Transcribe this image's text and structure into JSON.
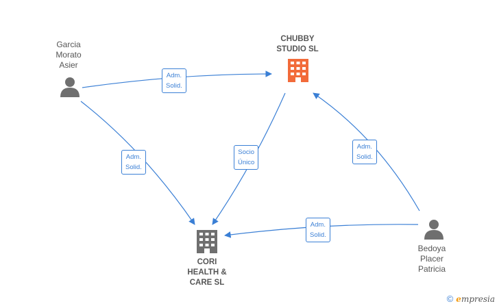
{
  "nodes": {
    "garcia": {
      "label": "Garcia\nMorato\nAsier",
      "kind": "person"
    },
    "chubby": {
      "label": "CHUBBY\nSTUDIO  SL",
      "kind": "company",
      "color": "#f26b3a"
    },
    "cori": {
      "label": "CORI\nHEALTH &\nCARE  SL",
      "kind": "company",
      "color": "#6f6f6f"
    },
    "bedoya": {
      "label": "Bedoya\nPlacer\nPatricia",
      "kind": "person"
    }
  },
  "edges": [
    {
      "from": "garcia",
      "to": "chubby",
      "label": "Adm.\nSolid."
    },
    {
      "from": "garcia",
      "to": "cori",
      "label": "Adm.\nSolid."
    },
    {
      "from": "chubby",
      "to": "cori",
      "label": "Socio\nÚnico"
    },
    {
      "from": "bedoya",
      "to": "chubby",
      "label": "Adm.\nSolid."
    },
    {
      "from": "bedoya",
      "to": "cori",
      "label": "Adm.\nSolid."
    }
  ],
  "colors": {
    "edge": "#3a7fd5",
    "person_icon": "#6f6f6f"
  },
  "brand": {
    "copyright": "©",
    "first_letter": "e",
    "rest": "mpresia"
  }
}
